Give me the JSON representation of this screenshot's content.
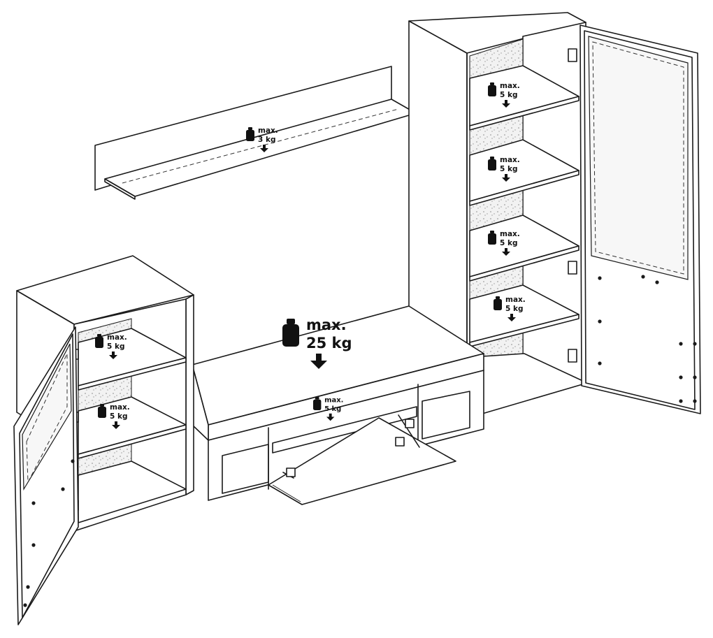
{
  "load_labels": [
    {
      "max": "max.",
      "kg": "3 kg"
    },
    {
      "max": "max.",
      "kg": "5 kg"
    },
    {
      "max": "max.",
      "kg": "5 kg"
    },
    {
      "max": "max.",
      "kg": "5 kg"
    },
    {
      "max": "max.",
      "kg": "5 kg"
    },
    {
      "max": "max.",
      "kg": "5 kg"
    },
    {
      "max": "max.",
      "kg": "5 kg"
    },
    {
      "max": "max.",
      "kg": "25 kg"
    },
    {
      "max": "max.",
      "kg": "5 kg"
    }
  ]
}
